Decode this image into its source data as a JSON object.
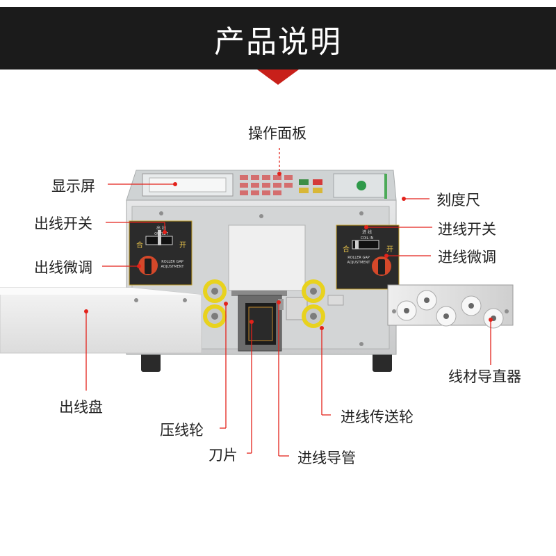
{
  "header": {
    "title": "产品说明",
    "color": "#1b1b1b",
    "accent": "#c8201a"
  },
  "labels": {
    "operation_panel": "操作面板",
    "display_screen": "显示屏",
    "scale_ruler": "刻度尺",
    "outlet_switch": "出线开关",
    "inlet_switch": "进线开关",
    "outlet_adjust": "出线微调",
    "inlet_adjust": "进线微调",
    "wire_straightener": "线材导直器",
    "outlet_tray": "出线盘",
    "feed_wheel": "进线传送轮",
    "press_wheel": "压线轮",
    "blade": "刀片",
    "inlet_guide": "进线导管"
  },
  "machine_text": {
    "outlet_title": "出 线",
    "outlet_en": "OUTLET",
    "inlet_title": "进 线",
    "inlet_en": "COIL IN",
    "close": "合",
    "open": "开",
    "roller_gap_1": "ROLLER GAP",
    "roller_gap_2": "ADJUSTMENT"
  },
  "colors": {
    "pointer": "#e3221b",
    "roller_yellow": "#e8d21e",
    "machine_grey": "#d9dadb"
  }
}
